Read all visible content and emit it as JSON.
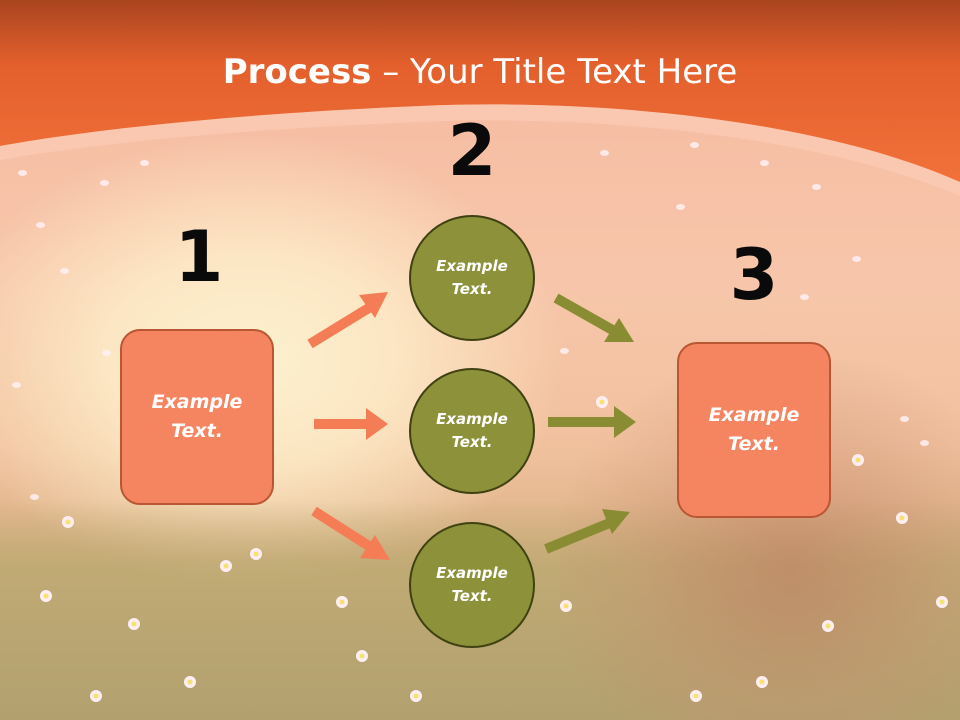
{
  "title": {
    "bold": "Process",
    "rest": " – Your Title Text Here"
  },
  "steps": [
    {
      "number": "1",
      "line1": "Example",
      "line2": "Text."
    },
    {
      "number": "2"
    },
    {
      "number": "3",
      "line1": "Example",
      "line2": "Text."
    }
  ],
  "circles": [
    {
      "line1": "Example",
      "line2": "Text."
    },
    {
      "line1": "Example",
      "line2": "Text."
    },
    {
      "line1": "Example",
      "line2": "Text."
    }
  ],
  "colors": {
    "header": "#ef6a32",
    "box_fill": "#f58560",
    "circle_fill": "#8c913a",
    "arrow_orange": "#f47d55",
    "arrow_olive": "#8a8c33"
  }
}
